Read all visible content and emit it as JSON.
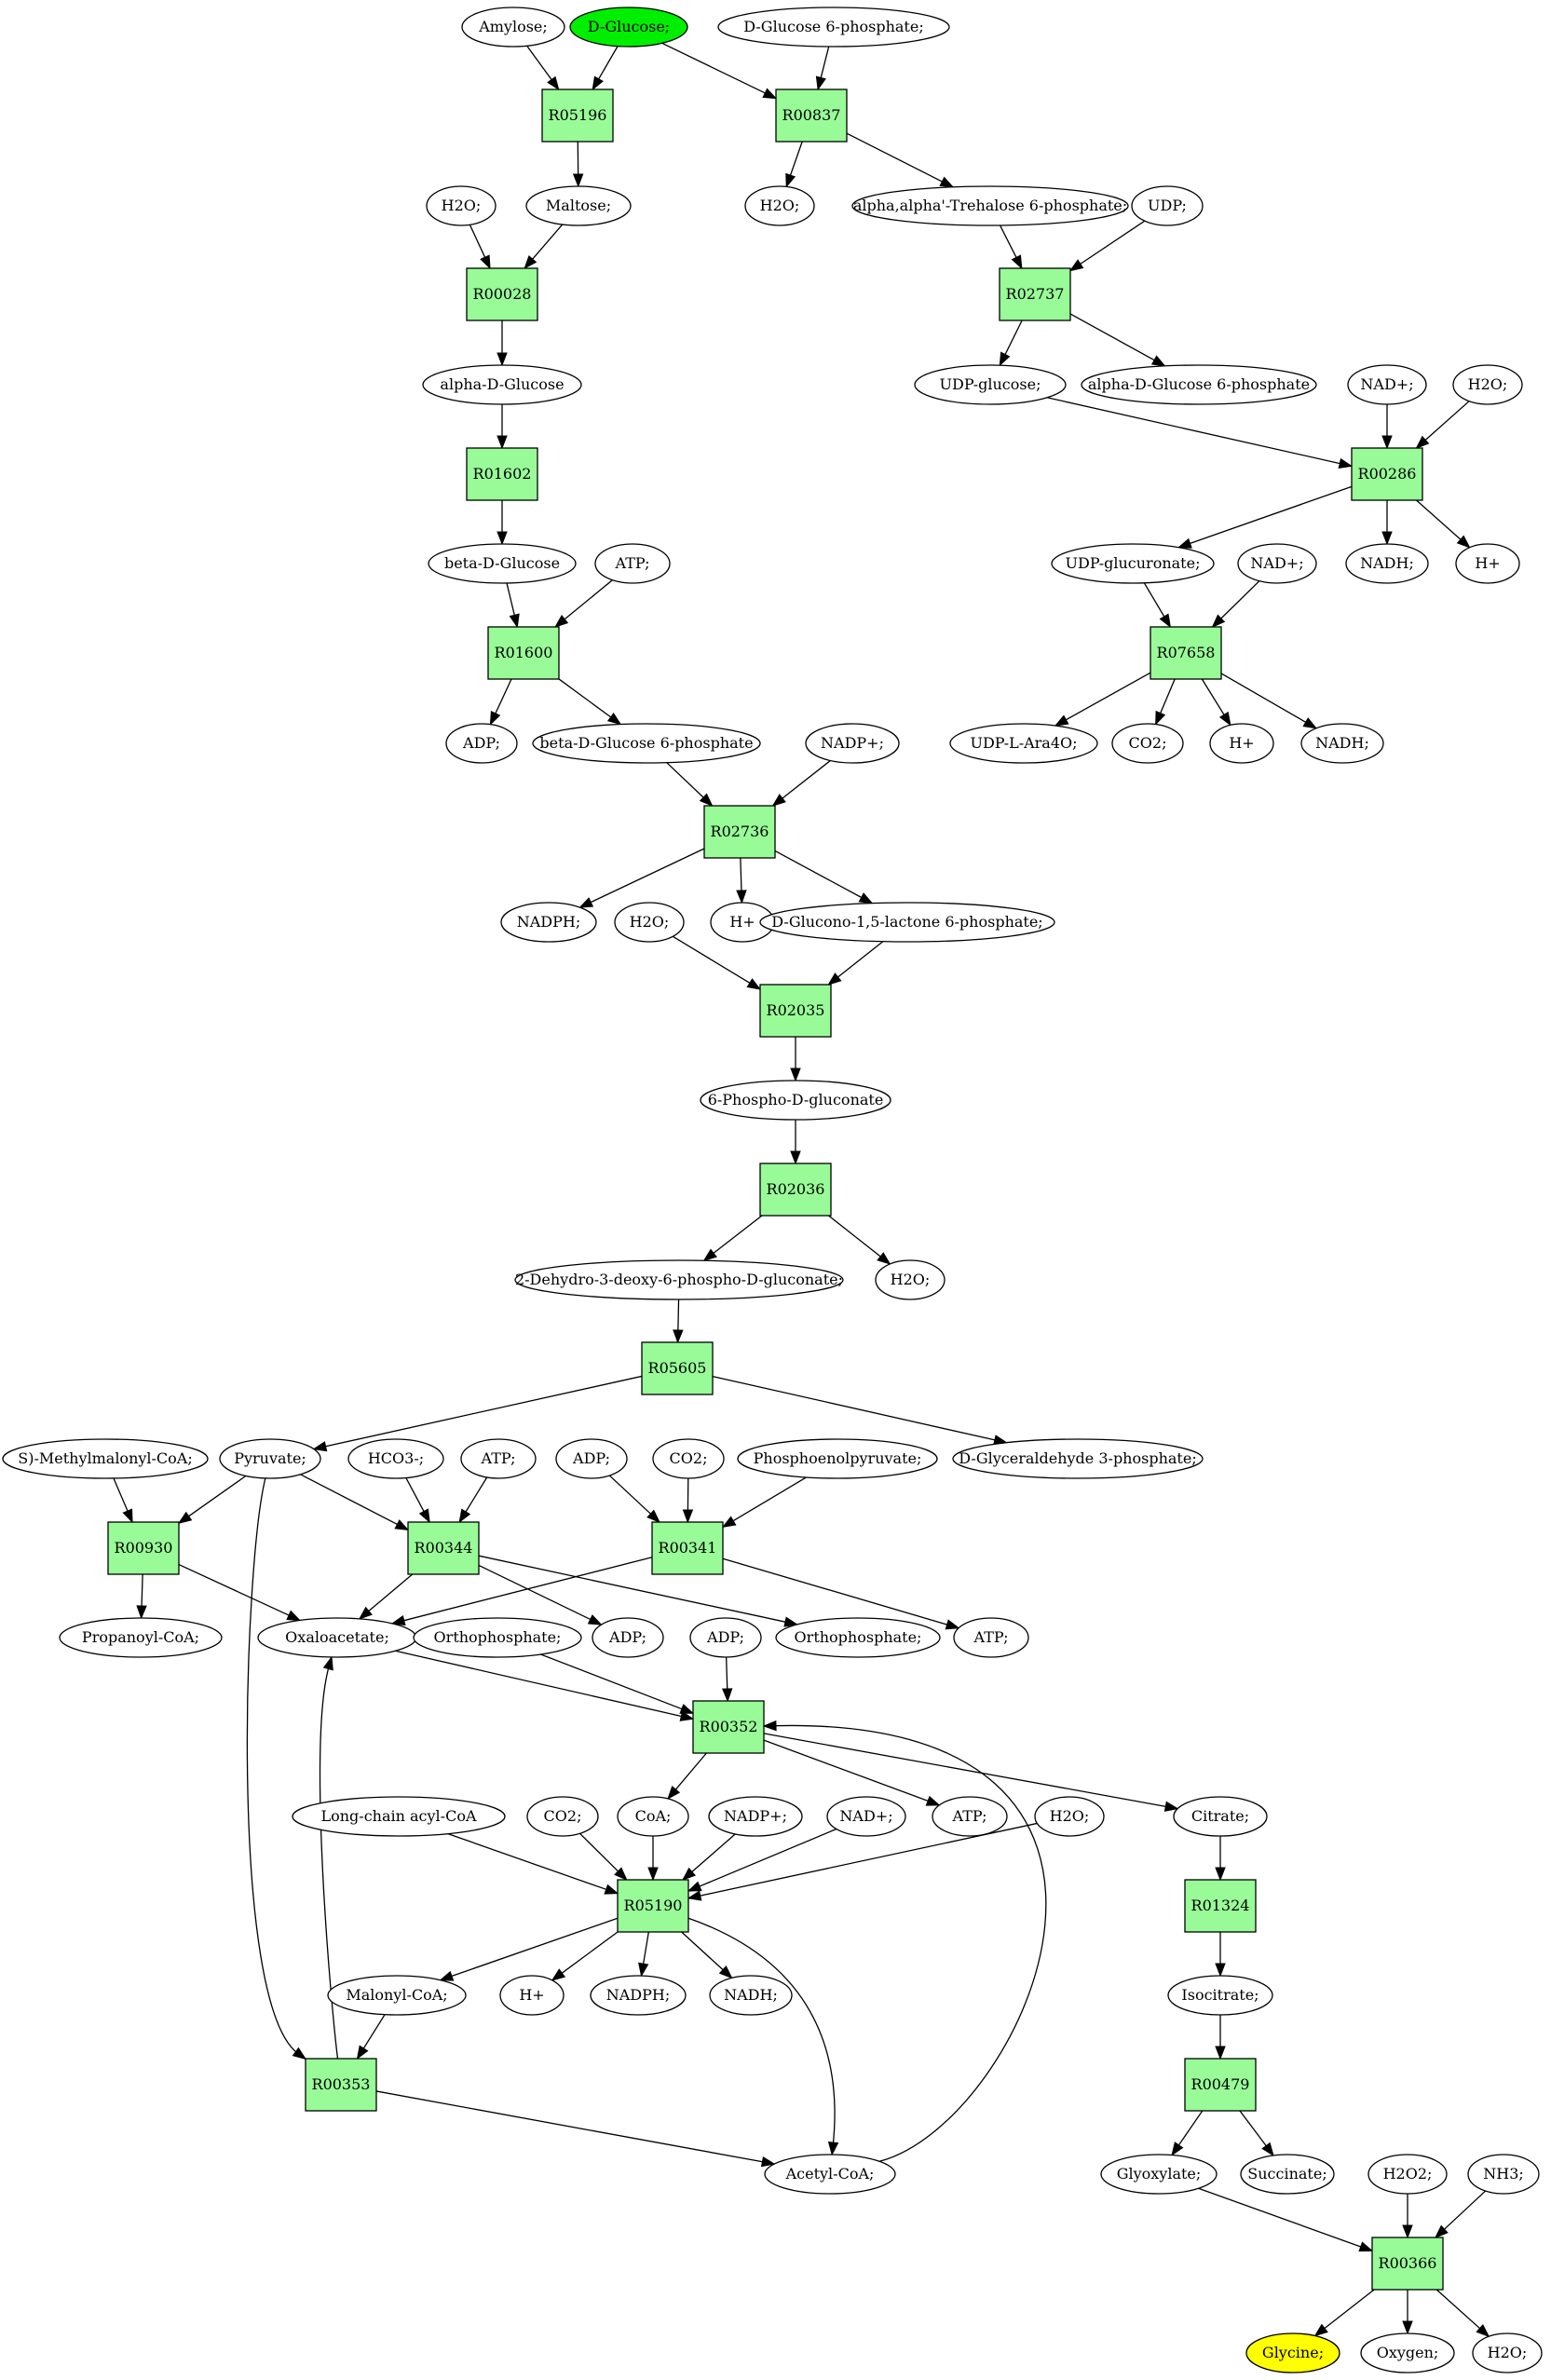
{
  "colors": {
    "reaction_fill": "#98fb98",
    "compound_fill": "#ffffff",
    "source_fill": "#00ee00",
    "target_fill": "#ffff00"
  },
  "reactions": {
    "R05196": "R05196",
    "R00837": "R00837",
    "R00028": "R00028",
    "R02737": "R02737",
    "R01602": "R01602",
    "R00286": "R00286",
    "R01600": "R01600",
    "R07658": "R07658",
    "R02736": "R02736",
    "R02035": "R02035",
    "R02036": "R02036",
    "R05605": "R05605",
    "R00930": "R00930",
    "R00344": "R00344",
    "R00341": "R00341",
    "R00352": "R00352",
    "R05190": "R05190",
    "R01324": "R01324",
    "R00353": "R00353",
    "R00479": "R00479",
    "R00366": "R00366"
  },
  "compounds": {
    "amylose": "Amylose;",
    "d_glucose": "D-Glucose;",
    "d_glucose_6p": "D-Glucose 6-phosphate;",
    "h2o_1": "H2O;",
    "maltose": "Maltose;",
    "h2o_2": "H2O;",
    "trehalose_6p": "alpha,alpha'-Trehalose 6-phosphate;",
    "udp_1": "UDP;",
    "alpha_d_glucose": "alpha-D-Glucose",
    "udp_glucose": "UDP-glucose;",
    "alpha_d_glucose_6p": "alpha-D-Glucose 6-phosphate",
    "nad_1": "NAD+;",
    "h2o_3": "H2O;",
    "beta_d_glucose": "beta-D-Glucose",
    "atp_1": "ATP;",
    "udp_glucuronate": "UDP-glucuronate;",
    "nad_2": "NAD+;",
    "nadh_1": "NADH;",
    "hplus_1": "H+",
    "adp_1": "ADP;",
    "beta_d_glucose_6p": "beta-D-Glucose 6-phosphate",
    "nadp_1": "NADP+;",
    "udp_l_ara4o": "UDP-L-Ara4O;",
    "co2_1": "CO2;",
    "hplus_2": "H+",
    "nadh_2": "NADH;",
    "nadph_1": "NADPH;",
    "h2o_4": "H2O;",
    "hplus_3": "H+",
    "glucono_lactone_6p": "D-Glucono-1,5-lactone 6-phosphate;",
    "phospho_gluconate": "6-Phospho-D-gluconate",
    "dehydro_deoxy_gluconate": "2-Dehydro-3-deoxy-6-phospho-D-gluconate;",
    "h2o_5": "H2O;",
    "methylmalonyl_coa": "S)-Methylmalonyl-CoA;",
    "pyruvate": "Pyruvate;",
    "hco3": "HCO3-;",
    "atp_2": "ATP;",
    "adp_2": "ADP;",
    "co2_2": "CO2;",
    "pep": "Phosphoenolpyruvate;",
    "g3p": "D-Glyceraldehyde 3-phosphate;",
    "propanoyl_coa": "Propanoyl-CoA;",
    "oxaloacetate": "Oxaloacetate;",
    "orthophosphate_1": "Orthophosphate;",
    "adp_3": "ADP;",
    "adp_4": "ADP;",
    "orthophosphate_2": "Orthophosphate;",
    "atp_3": "ATP;",
    "long_chain_acyl_coa": "Long-chain acyl-CoA",
    "co2_3": "CO2;",
    "coa": "CoA;",
    "nadp_2": "NADP+;",
    "nad_3": "NAD+;",
    "atp_4": "ATP;",
    "h2o_6": "H2O;",
    "citrate": "Citrate;",
    "malonyl_coa": "Malonyl-CoA;",
    "hplus_4": "H+",
    "nadph_2": "NADPH;",
    "nadh_3": "NADH;",
    "isocitrate": "Isocitrate;",
    "glyoxylate": "Glyoxylate;",
    "succinate": "Succinate;",
    "h2o2": "H2O2;",
    "nh3": "NH3;",
    "acetyl_coa": "Acetyl-CoA;",
    "glycine": "Glycine;",
    "oxygen": "Oxygen;",
    "h2o_7": "H2O;"
  }
}
